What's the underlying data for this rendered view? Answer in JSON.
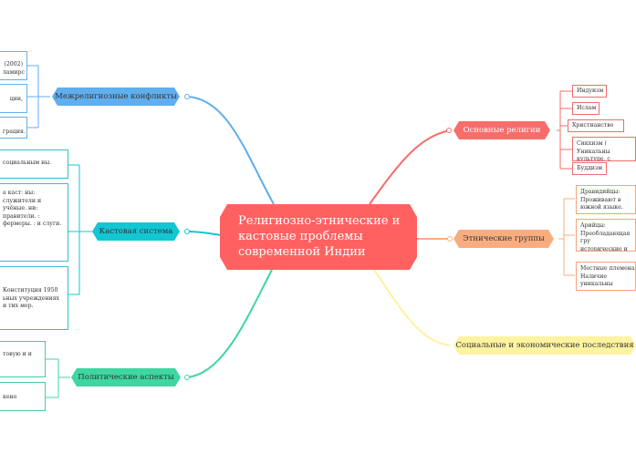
{
  "central": {
    "title": "Религиозно-этнические и кастовые проблемы современной Индии"
  },
  "colors": {
    "central": "#ff6161",
    "religions": "#f76d6b",
    "ethnic": "#f9ad7f",
    "social": "#fdf3a0",
    "interreligious": "#60aeed",
    "caste": "#12c6d4",
    "political": "#3fd6a2"
  },
  "branches": {
    "religions": {
      "label": "Основные религии",
      "leaves": [
        "Индуизм",
        "Ислам",
        "Христианство",
        "Сикхизм ( Уникальны культуре, с акцентом",
        "Буддизм"
      ]
    },
    "ethnic": {
      "label": "Этнические группы",
      "leaves": [
        {
          "title": "Дравидийцы:",
          "body": "Проживают в южной языке."
        },
        {
          "title": "Арийцы:",
          "body": "Преобладающая гру исторические и лите"
        },
        {
          "title": "Местные племена:",
          "body": "Наличие уникальны дискриминация."
        }
      ]
    },
    "social": {
      "label": "Социальные и экономические последствия"
    },
    "interreligious": {
      "label": "Межрелигиозные конфликты",
      "leaves": [
        "(2002) ламирс",
        "ции,",
        "грация."
      ]
    },
    "caste": {
      "label": "Кастовая система",
      "leaves": [
        "социальным ны.",
        "а каст: ны: служители и учёные. ни: правители. : фермеры. : и слуги.",
        "Конституция 1950 ьных учреждениях и тих мер."
      ]
    },
    "political": {
      "label": "Политические аспекты",
      "leaves": [
        "товую и и",
        "кено"
      ]
    }
  }
}
